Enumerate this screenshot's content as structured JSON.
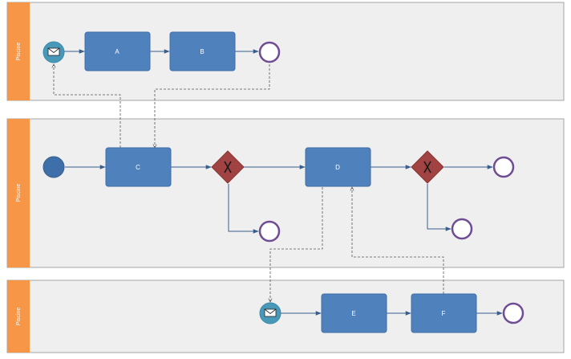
{
  "diagram": {
    "type": "bpmn-collaboration",
    "colors": {
      "pool_header": "#f79646",
      "pool_background": "#efefef",
      "task_fill": "#4f81bd",
      "gateway_fill": "#a14342",
      "end_event_stroke": "#6f4d93",
      "message_event_fill": "#4a98b8",
      "start_event_fill": "#3e6fa8"
    },
    "pools": [
      {
        "label": "Piscine"
      },
      {
        "label": "Piscine"
      },
      {
        "label": "Piscine"
      }
    ],
    "tasks": {
      "a": "A",
      "b": "B",
      "c": "C",
      "d": "D",
      "e": "E",
      "f": "F"
    },
    "icons": {
      "message": "envelope-icon",
      "gateway": "exclusive-x-icon"
    }
  }
}
